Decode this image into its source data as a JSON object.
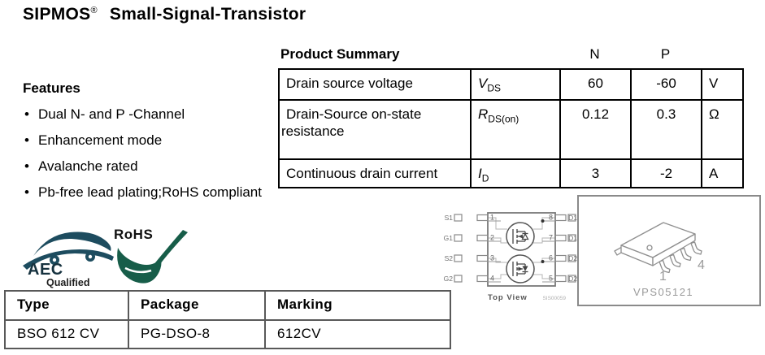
{
  "title": {
    "brand": "SIPMOS",
    "registered": "®",
    "rest": "Small-Signal-Transistor"
  },
  "features": {
    "heading": "Features",
    "items": [
      "Dual N- and P -Channel",
      "Enhancement mode",
      "Avalanche rated",
      "Pb-free lead plating;RoHS compliant"
    ]
  },
  "product_summary": {
    "heading": "Product Summary",
    "col_n": "N",
    "col_p": "P",
    "rows": [
      {
        "param": "Drain source voltage",
        "symbol_base": "V",
        "symbol_sub": "DS",
        "n": "60",
        "p": "-60",
        "unit": "V"
      },
      {
        "param": "Drain-Source on-state resistance",
        "symbol_base": "R",
        "symbol_sub": "DS(on)",
        "n": "0.12",
        "p": "0.3",
        "unit": "Ω"
      },
      {
        "param": "Continuous drain current",
        "symbol_base": "I",
        "symbol_sub": "D",
        "n": "3",
        "p": "-2",
        "unit": "A"
      }
    ]
  },
  "logos": {
    "aec_line1": "AEC",
    "aec_line2": "Qualified",
    "rohs": "RoHS"
  },
  "order_table": {
    "headers": [
      "Type",
      "Package",
      "Marking"
    ],
    "row": [
      "BSO 612 CV",
      "PG-DSO-8",
      "612CV"
    ]
  },
  "pinout": {
    "left_pins": [
      {
        "num": "1",
        "label": "S1"
      },
      {
        "num": "2",
        "label": "G1"
      },
      {
        "num": "3",
        "label": "S2"
      },
      {
        "num": "4",
        "label": "G2"
      }
    ],
    "right_pins": [
      {
        "num": "8",
        "label": "D1"
      },
      {
        "num": "7",
        "label": "D1"
      },
      {
        "num": "6",
        "label": "D2"
      },
      {
        "num": "5",
        "label": "D2"
      }
    ],
    "caption": "Top View",
    "figure_code": "SIS00059"
  },
  "package_figure": {
    "pin1_label": "1",
    "pin4_label": "4",
    "code": "VPS05121"
  },
  "icons": {
    "bullet": "•"
  },
  "colors": {
    "aec_teal": "#1d4c5f",
    "rohs_green": "#175d49",
    "line_gray": "#8f8f8f",
    "label_gray": "#9a9a9a",
    "table_border": "#000000"
  }
}
